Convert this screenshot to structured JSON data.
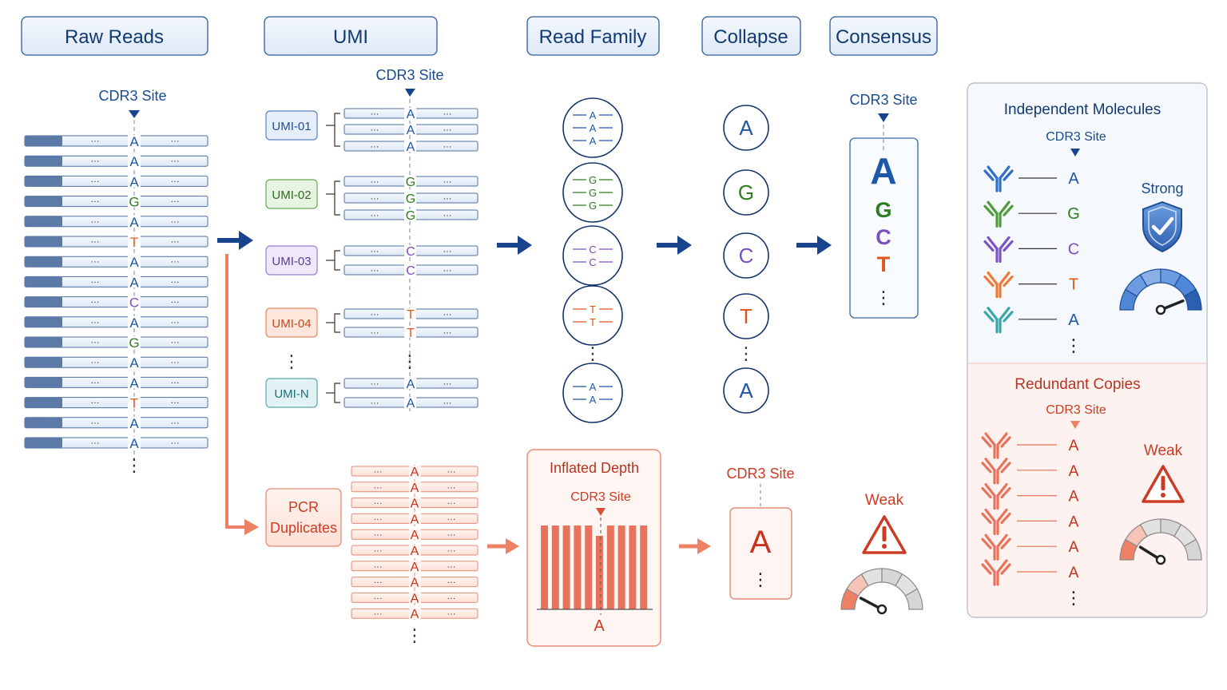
{
  "headers": [
    "Raw Reads",
    "UMI",
    "Read Family",
    "Collapse",
    "Consensus"
  ],
  "site_label": "CDR3 Site",
  "ellipsis": "···",
  "vdots": "⋮",
  "raw_reads": [
    "A",
    "A",
    "A",
    "G",
    "A",
    "T",
    "A",
    "A",
    "C",
    "A",
    "G",
    "A",
    "A",
    "T",
    "A",
    "A"
  ],
  "umi_groups": [
    {
      "label": "UMI-01",
      "bases": [
        "A",
        "A",
        "A"
      ]
    },
    {
      "label": "UMI-02",
      "bases": [
        "G",
        "G",
        "G"
      ]
    },
    {
      "label": "UMI-03",
      "bases": [
        "C",
        "C"
      ]
    },
    {
      "label": "UMI-04",
      "bases": [
        "T",
        "T"
      ]
    },
    {
      "label": "UMI-N",
      "bases": [
        "A",
        "A"
      ]
    }
  ],
  "family_bases": [
    [
      "A",
      "A",
      "A"
    ],
    [
      "G",
      "G",
      "G"
    ],
    [
      "C",
      "C"
    ],
    [
      "T",
      "T"
    ],
    [
      "A",
      "A"
    ]
  ],
  "collapse_bases": [
    "A",
    "G",
    "C",
    "T",
    "A"
  ],
  "consensus_bases": [
    "A",
    "G",
    "C",
    "T"
  ],
  "pcr": {
    "label_line1": "PCR",
    "label_line2": "Duplicates",
    "bases": [
      "A",
      "A",
      "A",
      "A",
      "A",
      "A",
      "A",
      "A",
      "A",
      "A"
    ],
    "inflated_title": "Inflated Depth",
    "inflated_base": "A",
    "collapsed_base": "A",
    "weak_label": "Weak"
  },
  "panel": {
    "top_title": "Independent Molecules",
    "top_bases": [
      "A",
      "G",
      "C",
      "T",
      "A"
    ],
    "strong_label": "Strong",
    "bottom_title": "Redundant Copies",
    "bottom_bases": [
      "A",
      "A",
      "A",
      "A",
      "A",
      "A"
    ],
    "weak_label": "Weak"
  },
  "colors": {
    "navy": "#17448c",
    "A": "#1f56a8",
    "G": "#2d7d20",
    "C": "#7a4fbf",
    "T": "#e0561c",
    "red": "#d84f3a",
    "salmon": "#ee8066"
  }
}
